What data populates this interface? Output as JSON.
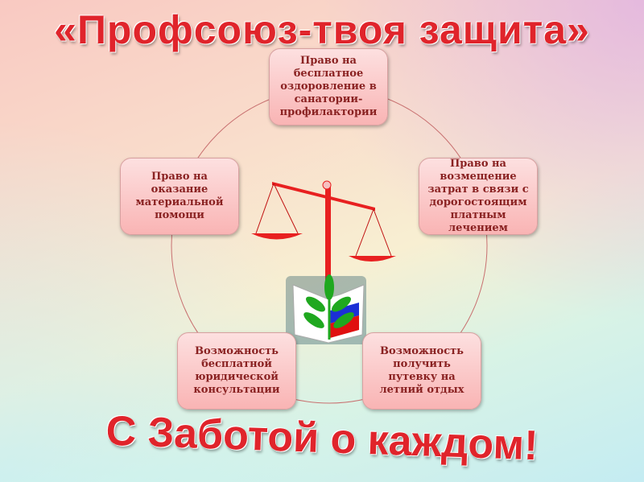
{
  "title": "«Профсоюз-твоя защита»",
  "slogan": "С Заботой о каждом!",
  "items": [
    {
      "text": "Право на бесплатное оздоровление в санатории-профилактории"
    },
    {
      "text": "Право на возмещение затрат в связи с дорогостоящим платным лечением"
    },
    {
      "text": "Возможность получить путевку на летний отдых"
    },
    {
      "text": "Возможность бесплатной юридической консультации"
    },
    {
      "text": "Право на оказание материальной помощи"
    }
  ],
  "colors": {
    "accent": "#e0242b",
    "box_text": "#8a2222",
    "leaf": "#1fa81f"
  },
  "icons": [
    "scales-icon",
    "trade-union-logo-icon"
  ]
}
